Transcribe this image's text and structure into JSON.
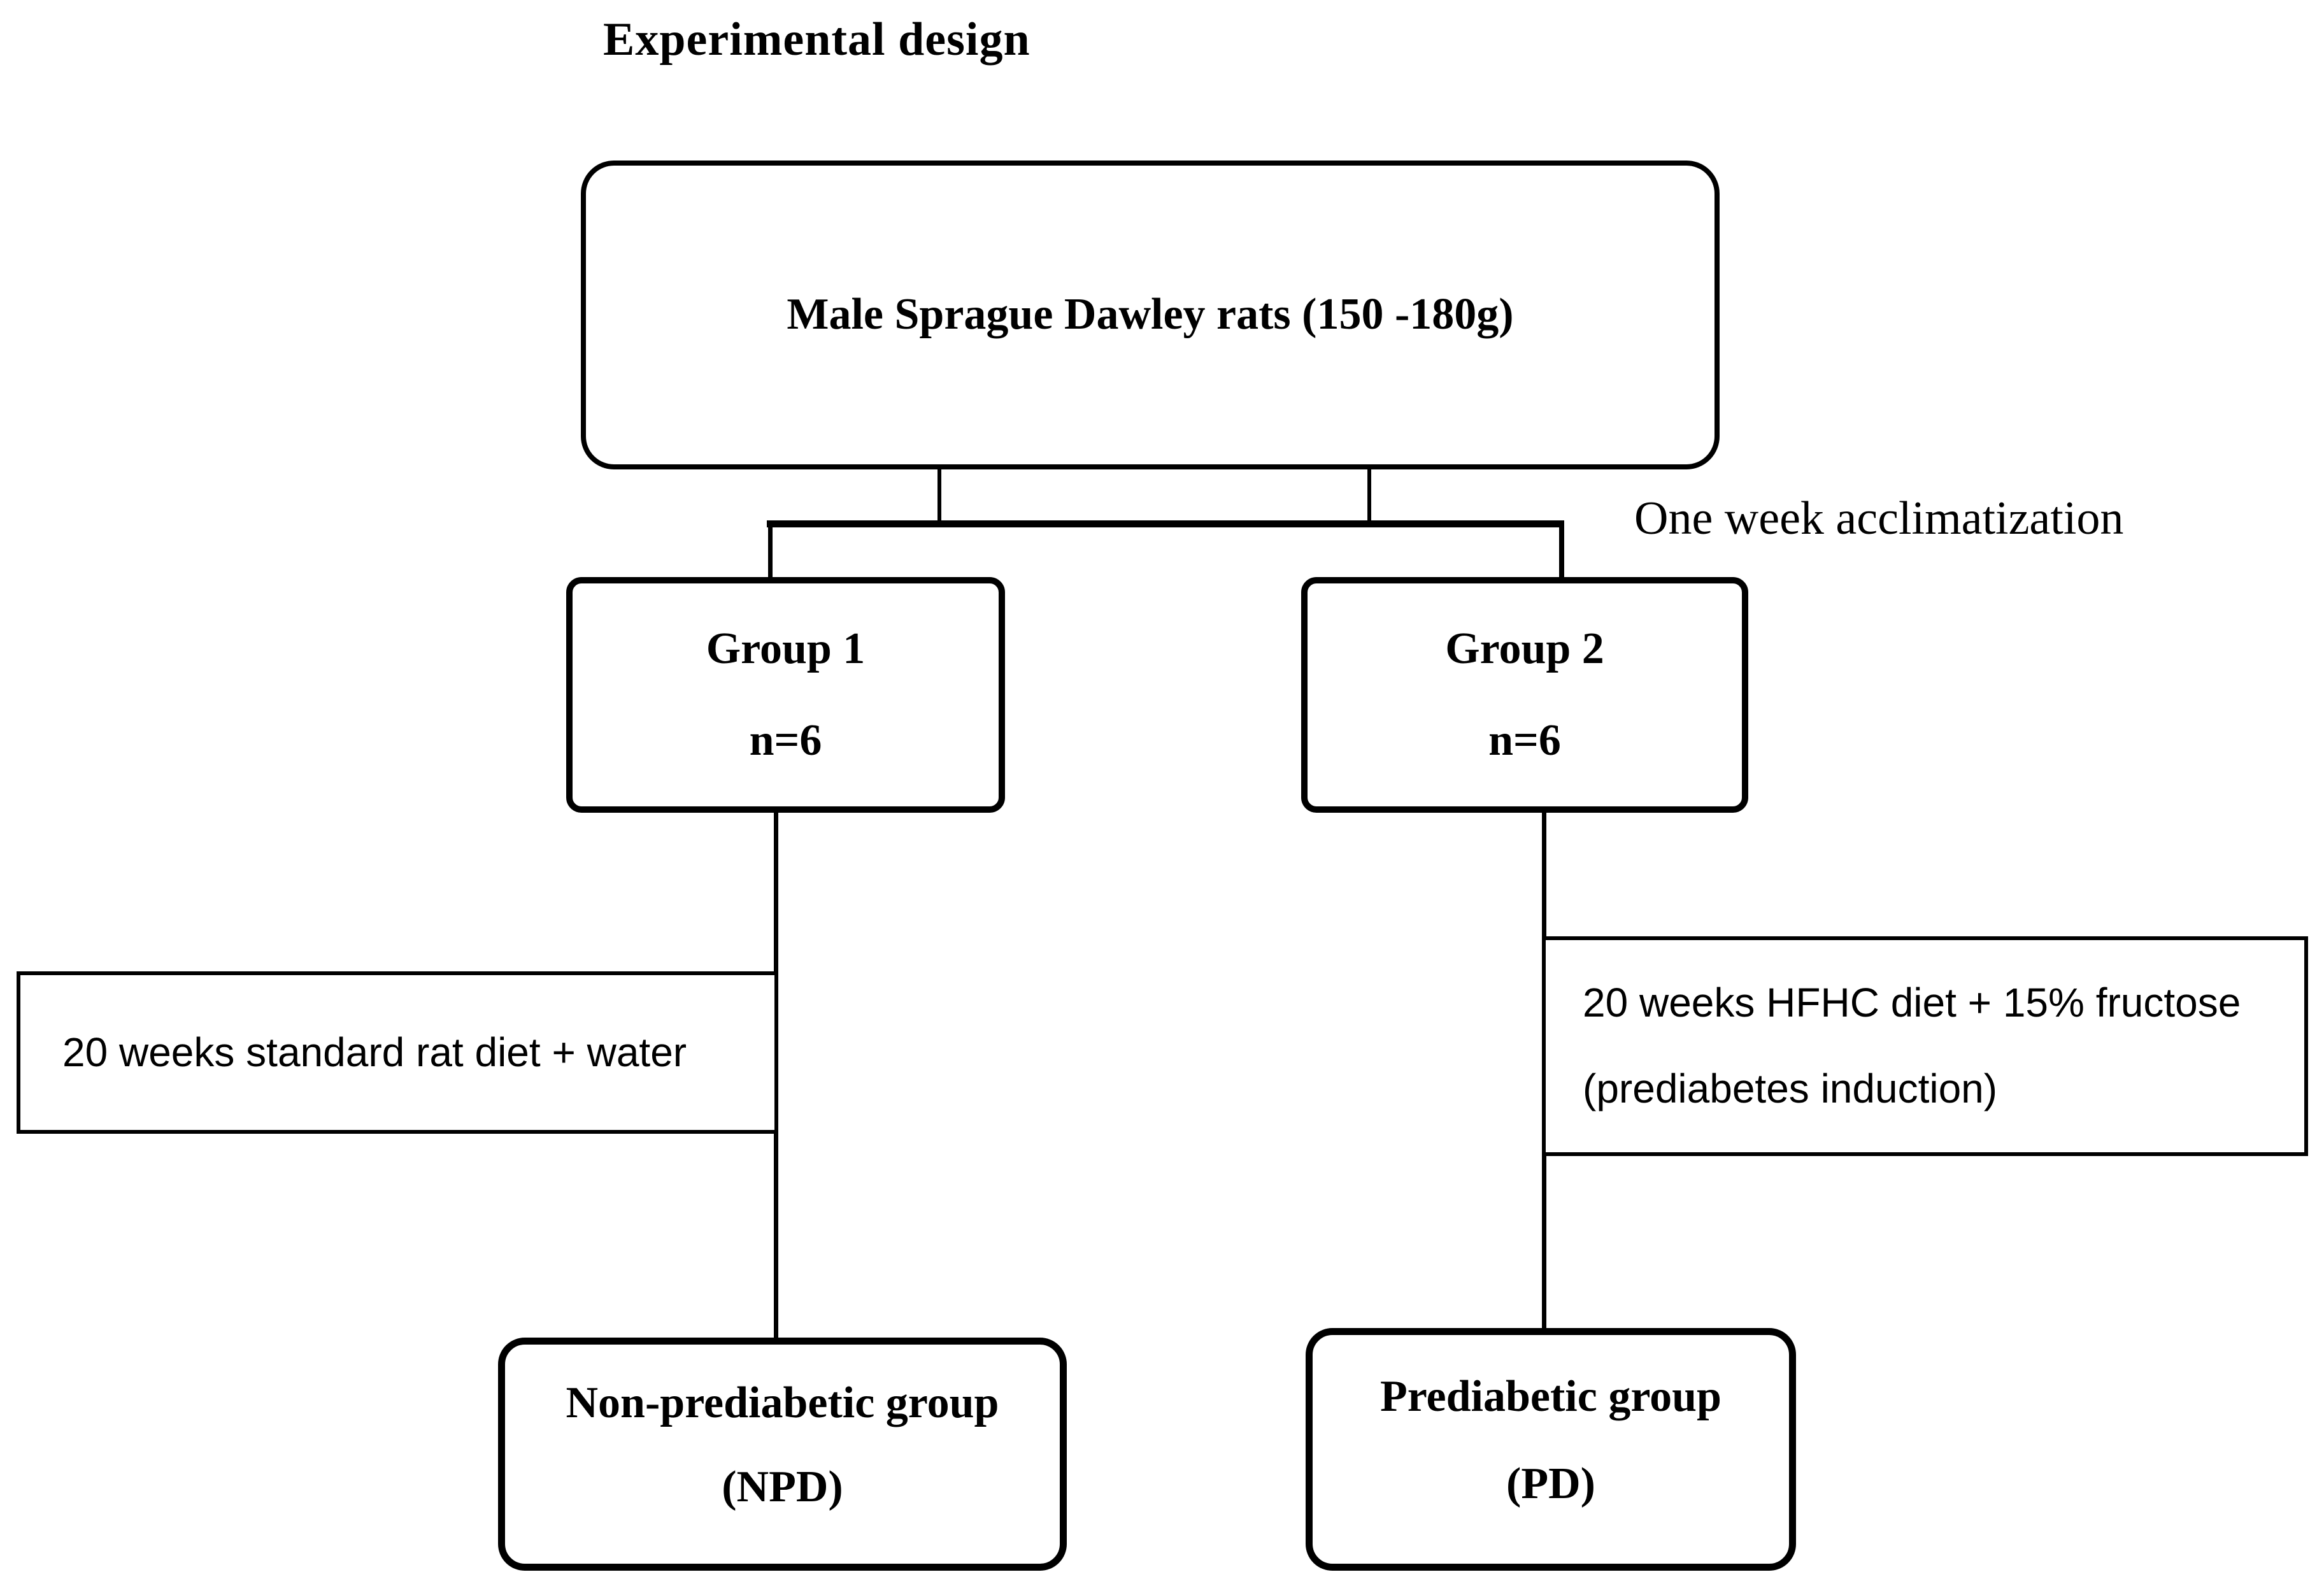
{
  "colors": {
    "background": "#ffffff",
    "line": "#000000",
    "text": "#000000"
  },
  "title": "Experimental design",
  "annotation": "One week acclimatization",
  "nodes": {
    "root": {
      "label": "Male Sprague Dawley rats (150 -180g)"
    },
    "group1": {
      "name": "Group 1",
      "size": "n=6"
    },
    "group2": {
      "name": "Group 2",
      "size": "n=6"
    },
    "diet_left": {
      "line1": "20 weeks standard rat diet + water"
    },
    "diet_right": {
      "line1": "20 weeks HFHC diet + 15% fructose",
      "line2": "(prediabetes induction)"
    },
    "outcome_left": {
      "line1": "Non-prediabetic group",
      "line2": "(NPD)"
    },
    "outcome_right": {
      "line1": "Prediabetic group",
      "line2": "(PD)"
    }
  }
}
